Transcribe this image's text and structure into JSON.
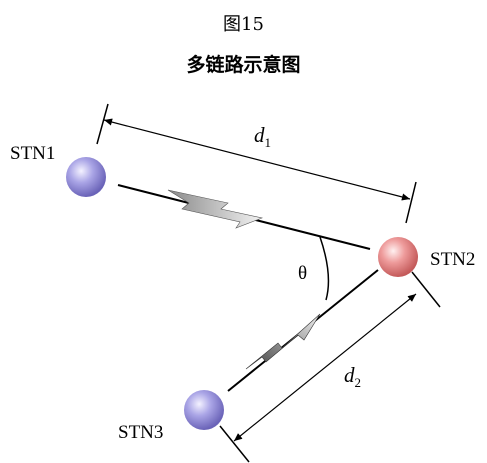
{
  "figure": {
    "number": "图15",
    "title": "多链路示意图"
  },
  "stations": {
    "stn1": "STN1",
    "stn2": "STN2",
    "stn3": "STN3"
  },
  "distances": {
    "d1_symbol": "d",
    "d1_subscript": "1",
    "d2_symbol": "d",
    "d2_subscript": "2"
  },
  "angle_label": "θ",
  "colors": {
    "stn1": "#8c86d8",
    "stn2": "#e88888",
    "stn3": "#8c86d8",
    "line": "#000000"
  }
}
